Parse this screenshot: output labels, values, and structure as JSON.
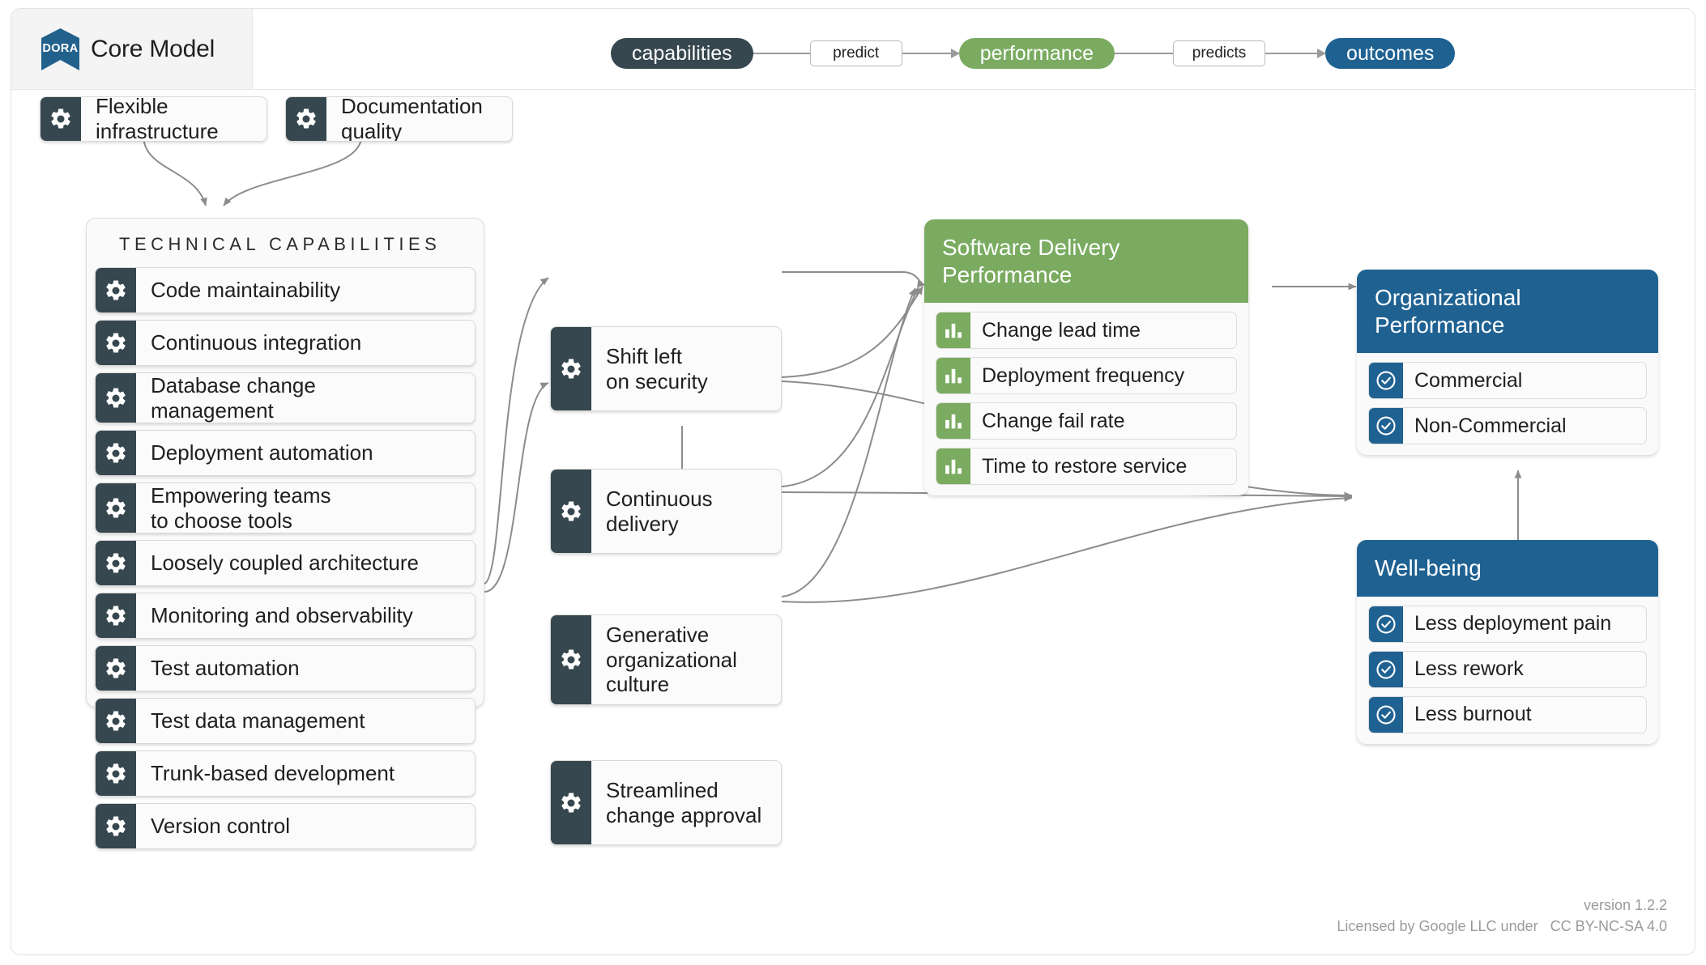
{
  "brand": {
    "logo_text": "DORA",
    "title": "Core Model",
    "logo_color": "#22618c"
  },
  "pipeline": {
    "capabilities": "capabilities",
    "predict_1": "predict",
    "performance": "performance",
    "predict_2": "predicts",
    "outcomes": "outcomes",
    "colors": {
      "capabilities": "#37474f",
      "performance": "#7aab60",
      "outcomes": "#1f6292"
    }
  },
  "top_nodes": [
    {
      "label": "Flexible\ninfrastructure",
      "icon": "gear-icon"
    },
    {
      "label": "Documentation\nquality",
      "icon": "gear-icon"
    }
  ],
  "technical_capabilities": {
    "heading": "TECHNICAL CAPABILITIES",
    "items": [
      {
        "label": "Code maintainability",
        "icon": "gear-icon"
      },
      {
        "label": "Continuous integration",
        "icon": "gear-icon"
      },
      {
        "label": "Database change\nmanagement",
        "icon": "gear-icon"
      },
      {
        "label": "Deployment automation",
        "icon": "gear-icon"
      },
      {
        "label": "Empowering teams\nto choose tools",
        "icon": "gear-icon"
      },
      {
        "label": "Loosely coupled architecture",
        "icon": "gear-icon"
      },
      {
        "label": "Monitoring and observability",
        "icon": "gear-icon"
      },
      {
        "label": "Test automation",
        "icon": "gear-icon"
      },
      {
        "label": "Test data management",
        "icon": "gear-icon"
      },
      {
        "label": "Trunk-based development",
        "icon": "gear-icon"
      },
      {
        "label": "Version control",
        "icon": "gear-icon"
      }
    ]
  },
  "middle_nodes": [
    {
      "label": "Shift left\non security",
      "icon": "gear-icon"
    },
    {
      "label": "Continuous\ndelivery",
      "icon": "gear-icon"
    },
    {
      "label": "Generative\norganizational\nculture",
      "icon": "gear-icon"
    },
    {
      "label": "Streamlined\nchange approval",
      "icon": "gear-icon"
    }
  ],
  "software_delivery_performance": {
    "title": "Software Delivery\nPerformance",
    "color": "#7aab60",
    "items": [
      {
        "label": "Change lead time",
        "icon": "bar-chart-icon"
      },
      {
        "label": "Deployment frequency",
        "icon": "bar-chart-icon"
      },
      {
        "label": "Change fail rate",
        "icon": "bar-chart-icon"
      },
      {
        "label": "Time to restore service",
        "icon": "bar-chart-icon"
      }
    ]
  },
  "organizational_performance": {
    "title": "Organizational\nPerformance",
    "color": "#1f6292",
    "items": [
      {
        "label": "Commercial",
        "icon": "check-circle-icon"
      },
      {
        "label": "Non-Commercial",
        "icon": "check-circle-icon"
      }
    ]
  },
  "well_being": {
    "title": "Well-being",
    "color": "#1f6292",
    "items": [
      {
        "label": "Less deployment pain",
        "icon": "check-circle-icon"
      },
      {
        "label": "Less rework",
        "icon": "check-circle-icon"
      },
      {
        "label": "Less burnout",
        "icon": "check-circle-icon"
      }
    ]
  },
  "footer": {
    "version": "version 1.2.2",
    "licensed_by": "Licensed by Google LLC under",
    "license": "CC BY-NC-SA 4.0"
  }
}
